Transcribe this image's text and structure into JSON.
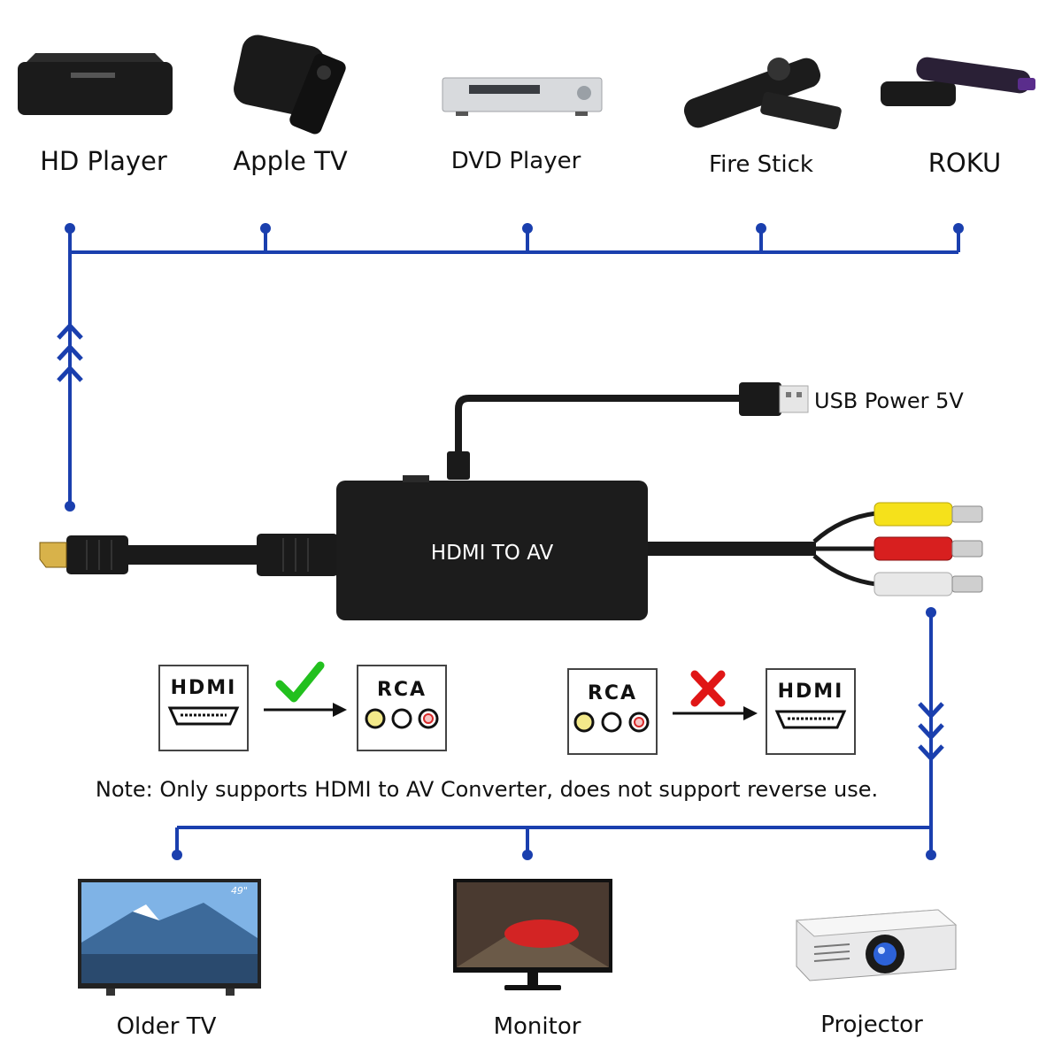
{
  "sources": [
    "HD Player",
    "Apple TV",
    "DVD Player",
    "Fire Stick",
    "ROKU"
  ],
  "outputs": [
    "Older TV",
    "Monitor",
    "Projector"
  ],
  "converter_label": "HDMI TO AV",
  "usb_label": "USB Power 5V",
  "supported": {
    "from": "HDMI",
    "to": "RCA"
  },
  "unsupported": {
    "from": "RCA",
    "to": "HDMI"
  },
  "note": "Note: Only supports HDMI to AV Converter, does not support reverse use.",
  "tv_size_badge": "49\"",
  "colors": {
    "line": "#1a3fae",
    "check": "#22c01e",
    "cross": "#e01616",
    "yellow": "#f5e11b",
    "red": "#d81f1f",
    "white": "#e8e8e8"
  }
}
